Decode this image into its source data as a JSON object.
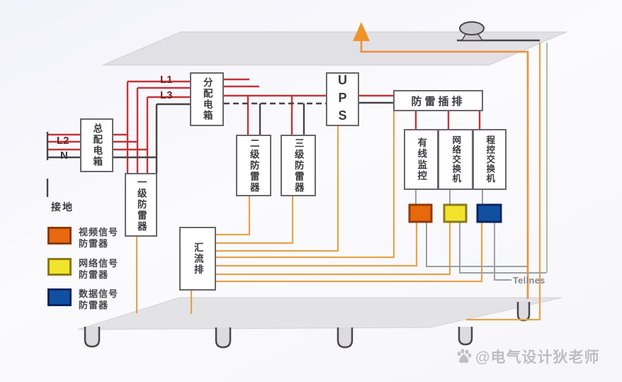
{
  "diagram": {
    "title_context": "lightning-protection-wiring-diagram",
    "boxes": {
      "main_panel": "总配电箱",
      "dist_panel": "分配电箱",
      "spd_level1": "一级防雷器",
      "spd_level2": "二级防雷器",
      "spd_level3": "三级防雷器",
      "ups": "UPS",
      "strip": "防雷插排",
      "cctv": "有线监控",
      "net_switch": "网络交换机",
      "pbx": "程控交换机",
      "busbar": "汇流排"
    },
    "wire_labels": {
      "l1": "L1",
      "l2": "L2",
      "l3": "L3",
      "n": "N"
    },
    "ground_label": "接地",
    "tel_label": "Tellnes",
    "legend": {
      "items": [
        {
          "color": "#e8680e",
          "line1": "视频信号",
          "line2": "防雷器"
        },
        {
          "color": "#f2e42c",
          "line1": "网络信号",
          "line2": "防雷器"
        },
        {
          "color": "#1150a0",
          "line1": "数据信号",
          "line2": "防雷器"
        }
      ]
    },
    "palette": {
      "power_line": "#c23538",
      "neutral_line": "#47434a",
      "ground_line": "#e5a24e",
      "signal_line": "#9aa0a6",
      "roof_conductor": "#ef8f3a",
      "tel_line": "#a9bda4",
      "video_spd_fill": "#e8680e",
      "network_spd_fill": "#f2e42c",
      "data_spd_fill": "#1150a0",
      "plane_fill": "#e1e1e5"
    },
    "watermark": {
      "icon": "baidu-paw",
      "text": "@电气设计狄老师"
    }
  }
}
